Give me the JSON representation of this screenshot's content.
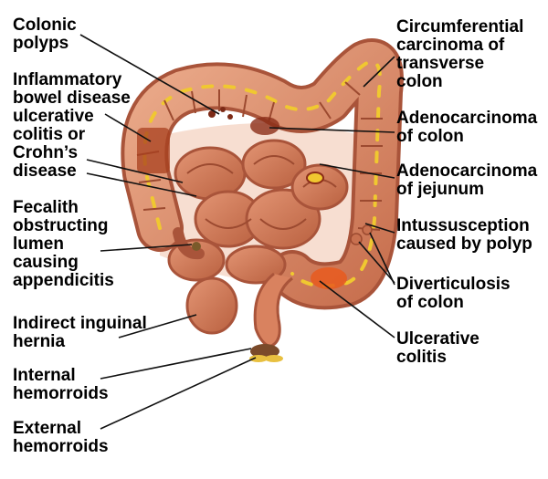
{
  "labels": {
    "colonic_polyps": "Colonic\npolyps",
    "ibd": "Inflammatory\nbowel disease\nulcerative\ncolitis or\nCrohn’s\ndisease",
    "fecalith": "Fecalith\nobstructing\nlumen\ncausing\nappendicitis",
    "inguinal_hernia": "Indirect inguinal\nhernia",
    "internal_hemorroids": "Internal\nhemorroids",
    "external_hemorroids": "External\nhemorroids",
    "circumferential_carcinoma": "Circumferential\ncarcinoma of\ntransverse\ncolon",
    "adenocarcinoma_colon": "Adenocarcinoma\nof colon",
    "adenocarcinoma_jejunum": "Adenocarcinoma\nof jejunum",
    "intussusception": "Intussusception\ncaused by polyp",
    "diverticulosis": "Diverticulosis\nof colon",
    "ulcerative_colitis": "Ulcerative\ncolitis"
  },
  "colors": {
    "colon": "#e39a78",
    "colon_dark": "#b3563a",
    "small_intestine": "#d9825f",
    "fat": "#f0c830",
    "lesion": "#e85a1e"
  }
}
